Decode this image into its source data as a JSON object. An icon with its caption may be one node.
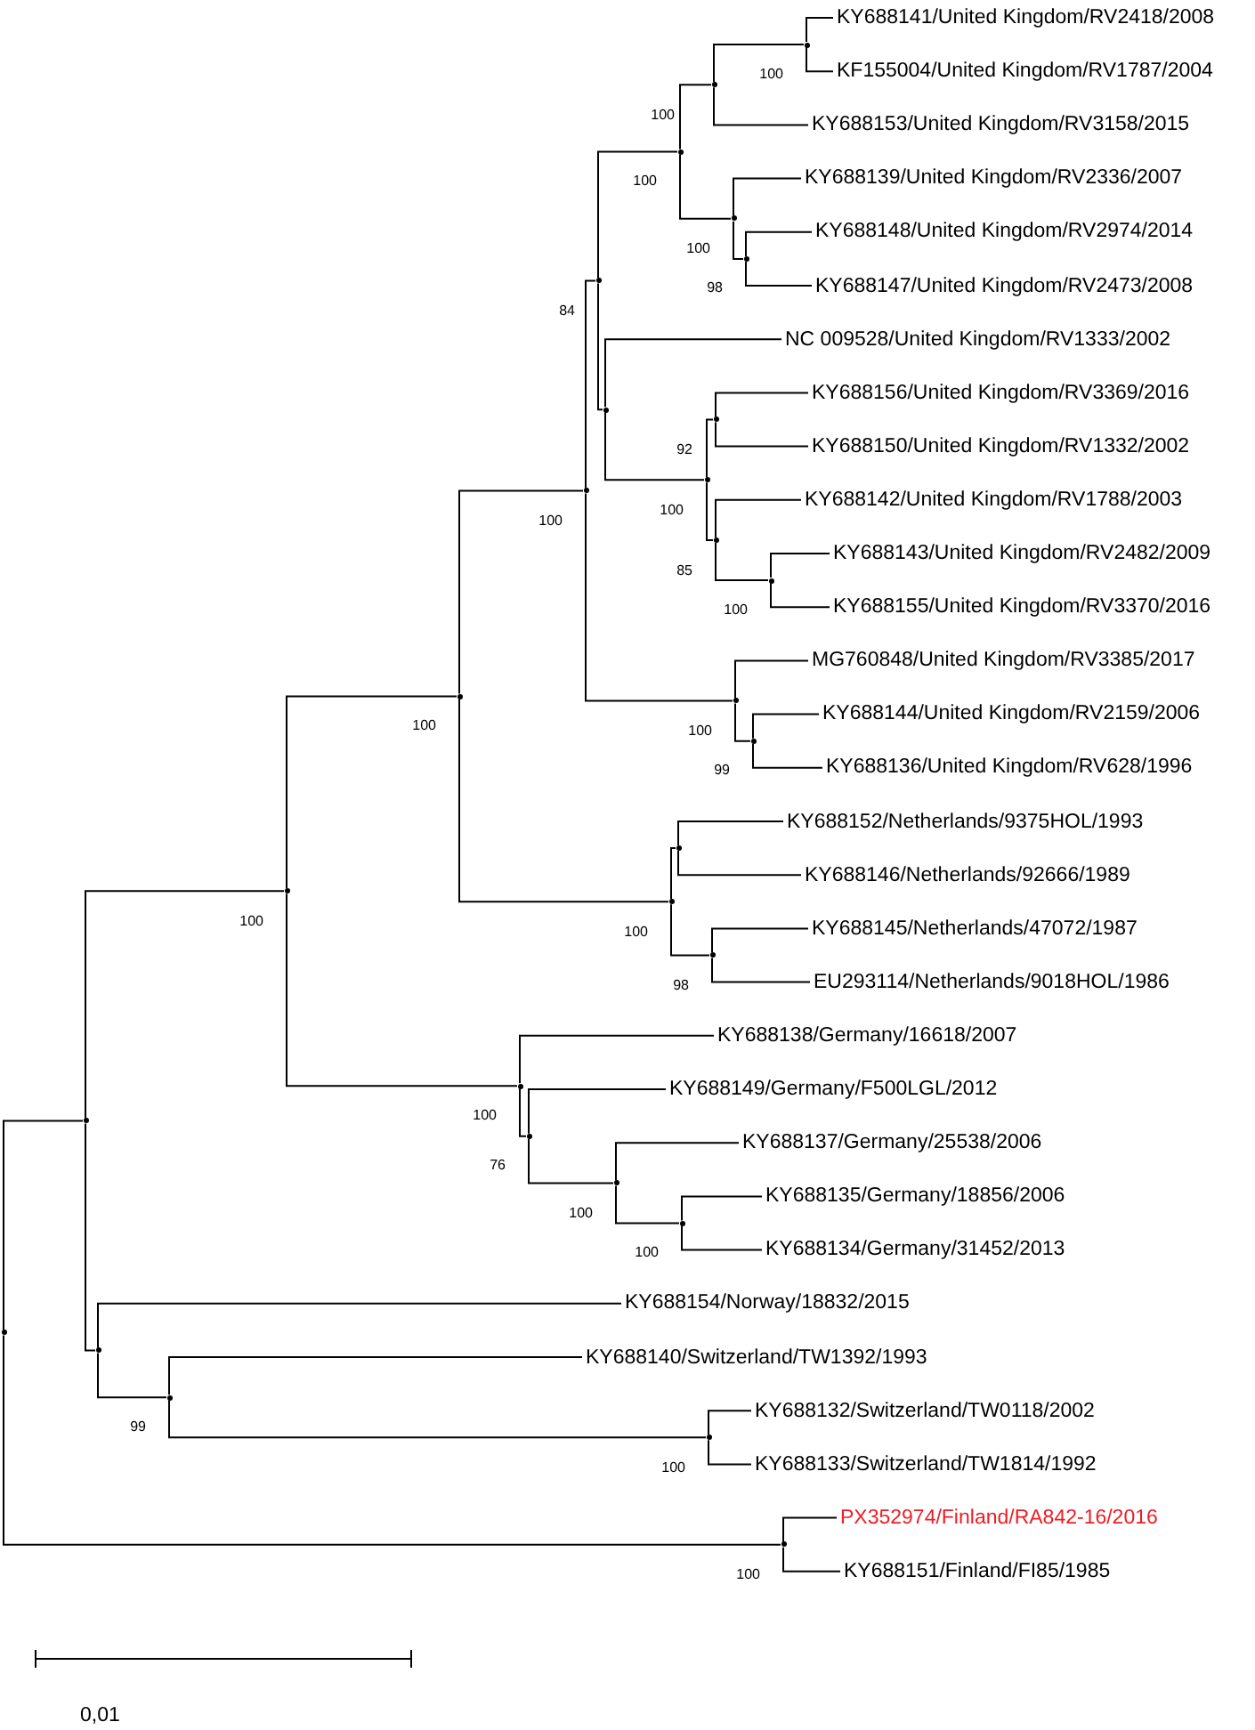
{
  "diagram": {
    "nodes": [
      {
        "text": [
          "KY688141/United Kingdom/RV2418/2008"
        ]
      },
      {
        "text": [
          "KF155004/United Kingdom/RV1787/2004"
        ]
      },
      {
        "text": [
          "KY688153/United Kingdom/RV3158/2015"
        ]
      },
      {
        "text": [
          "KY688139/United Kingdom/RV2336/2007"
        ]
      },
      {
        "text": [
          "KY688148/United Kingdom/RV2974/2014"
        ]
      },
      {
        "text": [
          "KY688147/United Kingdom/RV2473/2008"
        ]
      },
      {
        "text": [
          "NC 009528/United Kingdom/RV1333/2002"
        ]
      },
      {
        "text": [
          "KY688156/United Kingdom/RV3369/2016"
        ]
      },
      {
        "text": [
          "KY688150/United Kingdom/RV1332/2002"
        ]
      },
      {
        "text": [
          "KY688142/United Kingdom/RV1788/2003"
        ]
      },
      {
        "text": [
          "KY688143/United Kingdom/RV2482/2009"
        ]
      },
      {
        "text": [
          "KY688155/United Kingdom/RV3370/2016"
        ]
      },
      {
        "text": [
          "MG760848/United Kingdom/RV3385/2017"
        ]
      },
      {
        "text": [
          "KY688144/United Kingdom/RV2159/2006"
        ]
      },
      {
        "text": [
          "KY688136/United Kingdom/RV628/1996"
        ]
      },
      {
        "text": [
          "KY688152/Netherlands/9375HOL/1993"
        ]
      },
      {
        "text": [
          "KY688146/Netherlands/92666/1989"
        ]
      },
      {
        "text": [
          "KY688145/Netherlands/47072/1987"
        ]
      },
      {
        "text": [
          "EU293114/Netherlands/9018HOL/1986"
        ]
      },
      {
        "text": [
          "KY688138/Germany/16618/2007"
        ]
      },
      {
        "text": [
          "KY688149/Germany/F500LGL/2012"
        ]
      },
      {
        "text": [
          "KY688137/Germany/25538/2006"
        ]
      },
      {
        "text": [
          "KY688135/Germany/18856/2006"
        ]
      },
      {
        "text": [
          "KY688134/Germany/31452/2013"
        ]
      },
      {
        "text": [
          "KY688154/Norway/18832/2015"
        ]
      },
      {
        "text": [
          "KY688140/Switzerland/TW1392/1993"
        ]
      },
      {
        "text": [
          "KY688132/Switzerland/TW0118/2002"
        ]
      },
      {
        "text": [
          "KY688133/Switzerland/TW1814/1992"
        ]
      },
      {
        "text": [
          "PX352974/Finland/RA842-16/2016"
        ]
      },
      {
        "text": [
          "KY688151/Finland/FI85/1985"
        ]
      },
      {
        "text": [],
        "shape": "point",
        "beside": [
          "100"
        ]
      },
      {
        "text": [],
        "shape": "point",
        "beside": [
          "100"
        ]
      },
      {
        "text": [],
        "shape": "point",
        "beside": [
          "100"
        ]
      },
      {
        "text": [],
        "shape": "point",
        "beside": [
          "100"
        ]
      },
      {
        "text": [],
        "shape": "point",
        "beside": [
          "98"
        ]
      },
      {
        "text": [],
        "shape": "point",
        "beside": [
          "84"
        ]
      },
      {
        "text": [],
        "shape": "point"
      },
      {
        "text": [],
        "shape": "point",
        "beside": [
          "92"
        ]
      },
      {
        "text": [],
        "shape": "point",
        "beside": [
          "100"
        ]
      },
      {
        "text": [],
        "shape": "point",
        "beside": [
          "100"
        ]
      },
      {
        "text": [],
        "shape": "point",
        "beside": [
          "85"
        ]
      },
      {
        "text": [],
        "shape": "point",
        "beside": [
          "100"
        ]
      },
      {
        "text": [],
        "shape": "point",
        "beside": [
          "100"
        ]
      },
      {
        "text": [],
        "shape": "point",
        "beside": [
          "100"
        ]
      },
      {
        "text": [],
        "shape": "point",
        "beside": [
          "99"
        ]
      },
      {
        "text": [],
        "shape": "point"
      },
      {
        "text": [],
        "shape": "point",
        "beside": [
          "100"
        ]
      },
      {
        "text": [],
        "shape": "point",
        "beside": [
          "100"
        ]
      },
      {
        "text": [],
        "shape": "point",
        "beside": [
          "98"
        ]
      },
      {
        "text": [],
        "shape": "point",
        "beside": [
          "100"
        ]
      },
      {
        "text": [],
        "shape": "point"
      },
      {
        "text": [],
        "shape": "point",
        "beside": [
          "76"
        ]
      },
      {
        "text": [],
        "shape": "point",
        "beside": [
          "100"
        ]
      },
      {
        "text": [],
        "shape": "point",
        "beside": [
          "100"
        ]
      },
      {
        "text": [],
        "shape": "point"
      },
      {
        "text": [],
        "shape": "point"
      },
      {
        "text": [],
        "shape": "point",
        "beside": [
          "99"
        ]
      },
      {
        "text": [],
        "shape": "point",
        "beside": [
          "100"
        ]
      },
      {
        "text": [],
        "shape": "point",
        "beside": [
          "100"
        ]
      }
    ],
    "edges": [
      {
        "from": 54,
        "to": 50,
        "arrow": "none"
      },
      {
        "from": 54,
        "to": 58,
        "arrow": "none"
      },
      {
        "from": 50,
        "to": 46,
        "arrow": "none"
      },
      {
        "from": 50,
        "to": 55,
        "arrow": "none"
      },
      {
        "from": 46,
        "to": 42,
        "arrow": "none"
      },
      {
        "from": 46,
        "to": 49,
        "arrow": "none"
      },
      {
        "from": 42,
        "to": 39,
        "arrow": "none"
      },
      {
        "from": 42,
        "to": 47,
        "arrow": "none"
      },
      {
        "from": 39,
        "to": 35,
        "arrow": "none"
      },
      {
        "from": 39,
        "to": 43,
        "arrow": "none"
      },
      {
        "from": 35,
        "to": 32,
        "arrow": "none"
      },
      {
        "from": 35,
        "to": 36,
        "arrow": "none"
      },
      {
        "from": 32,
        "to": 31,
        "arrow": "none"
      },
      {
        "from": 32,
        "to": 33,
        "arrow": "none"
      },
      {
        "from": 31,
        "to": 30,
        "arrow": "none"
      },
      {
        "from": 31,
        "to": 2,
        "arrow": "none"
      },
      {
        "from": 30,
        "to": 0,
        "arrow": "none"
      },
      {
        "from": 30,
        "to": 1,
        "arrow": "none"
      },
      {
        "from": 33,
        "to": 3,
        "arrow": "none"
      },
      {
        "from": 33,
        "to": 34,
        "arrow": "none"
      },
      {
        "from": 34,
        "to": 4,
        "arrow": "none"
      },
      {
        "from": 34,
        "to": 5,
        "arrow": "none"
      },
      {
        "from": 36,
        "to": 6,
        "arrow": "none"
      },
      {
        "from": 36,
        "to": 38,
        "arrow": "none"
      },
      {
        "from": 38,
        "to": 37,
        "arrow": "none"
      },
      {
        "from": 38,
        "to": 40,
        "arrow": "none"
      },
      {
        "from": 37,
        "to": 7,
        "arrow": "none"
      },
      {
        "from": 37,
        "to": 8,
        "arrow": "none"
      },
      {
        "from": 40,
        "to": 9,
        "arrow": "none"
      },
      {
        "from": 40,
        "to": 41,
        "arrow": "none"
      },
      {
        "from": 41,
        "to": 10,
        "arrow": "none"
      },
      {
        "from": 41,
        "to": 11,
        "arrow": "none"
      },
      {
        "from": 43,
        "to": 12,
        "arrow": "none"
      },
      {
        "from": 43,
        "to": 44,
        "arrow": "none"
      },
      {
        "from": 44,
        "to": 13,
        "arrow": "none"
      },
      {
        "from": 44,
        "to": 14,
        "arrow": "none"
      },
      {
        "from": 47,
        "to": 45,
        "arrow": "none"
      },
      {
        "from": 47,
        "to": 48,
        "arrow": "none"
      },
      {
        "from": 45,
        "to": 15,
        "arrow": "none"
      },
      {
        "from": 45,
        "to": 16,
        "arrow": "none"
      },
      {
        "from": 48,
        "to": 17,
        "arrow": "none"
      },
      {
        "from": 48,
        "to": 18,
        "arrow": "none"
      },
      {
        "from": 49,
        "to": 19,
        "arrow": "none"
      },
      {
        "from": 49,
        "to": 51,
        "arrow": "none"
      },
      {
        "from": 51,
        "to": 20,
        "arrow": "none"
      },
      {
        "from": 51,
        "to": 52,
        "arrow": "none"
      },
      {
        "from": 52,
        "to": 21,
        "arrow": "none"
      },
      {
        "from": 52,
        "to": 53,
        "arrow": "none"
      },
      {
        "from": 53,
        "to": 22,
        "arrow": "none"
      },
      {
        "from": 53,
        "to": 23,
        "arrow": "none"
      },
      {
        "from": 55,
        "to": 24,
        "arrow": "none"
      },
      {
        "from": 55,
        "to": 56,
        "arrow": "none"
      },
      {
        "from": 56,
        "to": 25,
        "arrow": "none"
      },
      {
        "from": 56,
        "to": 57,
        "arrow": "none"
      },
      {
        "from": 57,
        "to": 26,
        "arrow": "none"
      },
      {
        "from": 57,
        "to": 27,
        "arrow": "none"
      },
      {
        "from": 58,
        "to": 28,
        "arrow": "none"
      },
      {
        "from": 58,
        "to": 29,
        "arrow": "none"
      }
    ],
    "labels": [
      "0,01"
    ]
  }
}
